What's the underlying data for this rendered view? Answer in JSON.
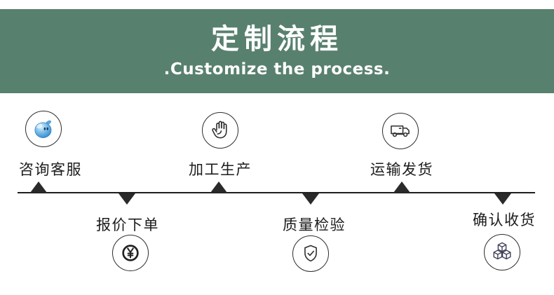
{
  "banner": {
    "title": "定制流程",
    "subtitle": ".Customize the process.",
    "bg_color": "#58806e",
    "text_color": "#ffffff"
  },
  "timeline": {
    "line_color": "#1f1f1f",
    "marker_color": "#2a2a2a",
    "steps": [
      {
        "label": "咨询客服",
        "icon": "chat-bubble-icon",
        "position": "above"
      },
      {
        "label": "报价下单",
        "icon": "yuan-coin-icon",
        "position": "below"
      },
      {
        "label": "加工生产",
        "icon": "hand-icon",
        "position": "above"
      },
      {
        "label": "质量检验",
        "icon": "shield-check-icon",
        "position": "below"
      },
      {
        "label": "运输发货",
        "icon": "truck-icon",
        "position": "above"
      },
      {
        "label": "确认收货",
        "icon": "boxes-icon",
        "position": "below"
      }
    ]
  }
}
